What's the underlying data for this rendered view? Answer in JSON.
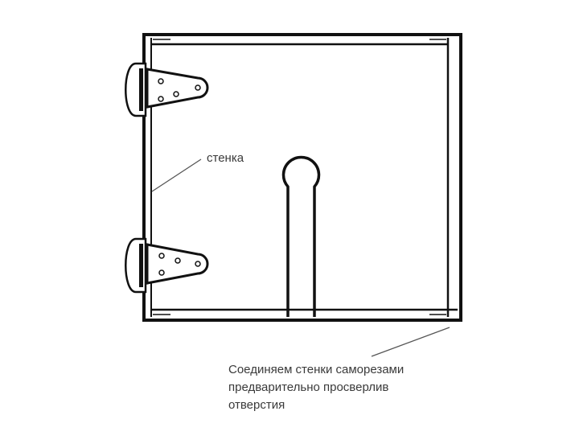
{
  "diagram": {
    "wall_label": "стенка",
    "note_lines": [
      "Соединяем стенки саморезами",
      "предварительно просверлив",
      "отверстия"
    ],
    "colors": {
      "background": "#ffffff",
      "stroke": "#111111",
      "text": "#3a3a3a"
    }
  }
}
